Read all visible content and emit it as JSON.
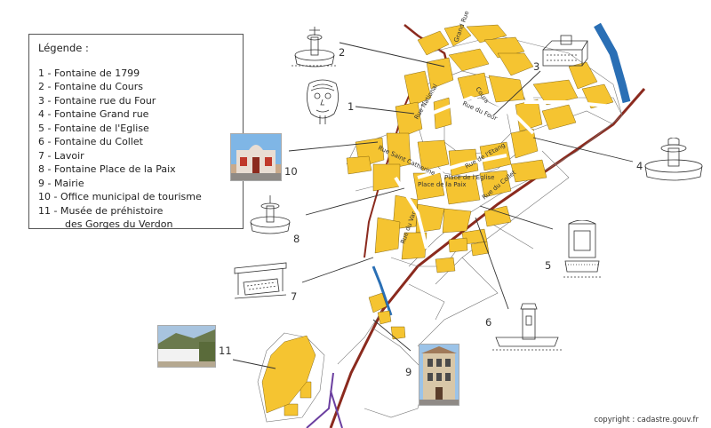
{
  "legend": {
    "title": "Légende :",
    "items": [
      "1 - Fontaine de 1799",
      "2 - Fontaine du Cours",
      "3 - Fontaine rue du Four",
      "4 - Fontaine Grand rue",
      "5 - Fontaine de l'Eglise",
      "6 - Fontaine du Collet",
      "7 - Lavoir",
      "8 - Fontaine Place de la Paix",
      "9 - Mairie",
      "10 - Office municipal de tourisme",
      "11 - Musée de préhistoire",
      "des Gorges du Verdon"
    ]
  },
  "markers": {
    "m1": "1",
    "m2": "2",
    "m3": "3",
    "m4": "4",
    "m5": "5",
    "m6": "6",
    "m7": "7",
    "m8": "8",
    "m9": "9",
    "m10": "10",
    "m11": "11"
  },
  "streets": {
    "cours": "Cours",
    "grand_rue": "Grand Rue",
    "rue_national": "Rue National",
    "rue_saint_catherine": "Rue Saint Catherine",
    "rue_four": "Rue du Four",
    "place_paix": "Place de la Paix",
    "place_eglise": "Place de l'Eglise",
    "rue_etang": "Rue de l'Etang",
    "rue_collet": "Rue du Collet",
    "rue_var": "Rue du Var"
  },
  "colors": {
    "building": "#f5c431",
    "river": "#2a6fb5",
    "road": "#8b2a1e",
    "boundary": "#6b3fa0"
  },
  "copyright": "copyright : cadastre.gouv.fr"
}
